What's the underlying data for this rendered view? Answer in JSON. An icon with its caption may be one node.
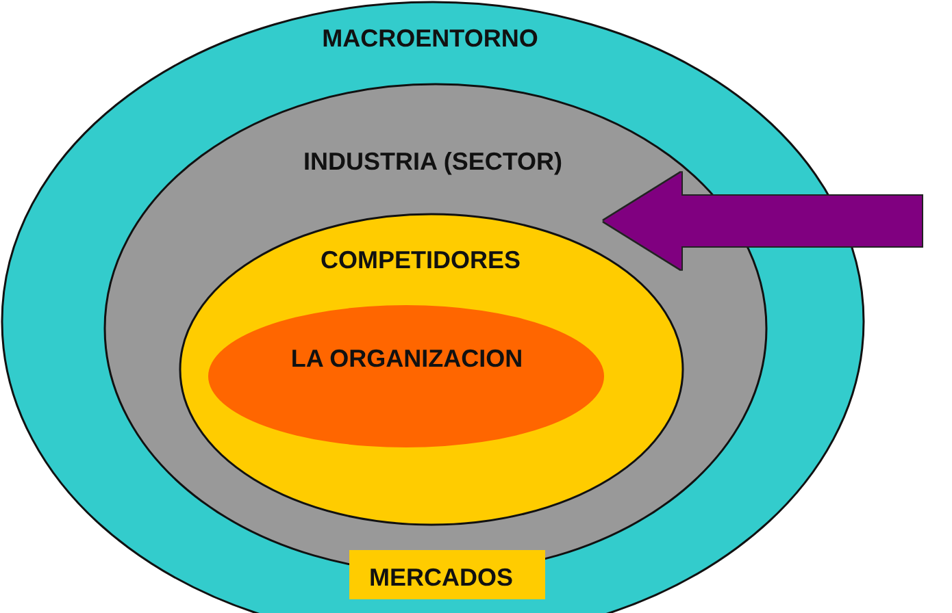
{
  "diagram": {
    "nodes": [
      {
        "text": [
          "MACROENTORNO"
        ]
      },
      {
        "text": [
          "INDUSTRIA (SECTOR)"
        ],
        "in": 0
      },
      {
        "text": [
          "COMPETIDORES"
        ],
        "in": 1
      },
      {
        "text": [
          "LA ORGANIZACION"
        ],
        "in": 2
      },
      {
        "text": [
          "MERCADOS"
        ],
        "in": 0
      }
    ],
    "edges": [
      {
        "from": null,
        "to": 1,
        "arrow": "to",
        "color": "#800080"
      }
    ]
  }
}
